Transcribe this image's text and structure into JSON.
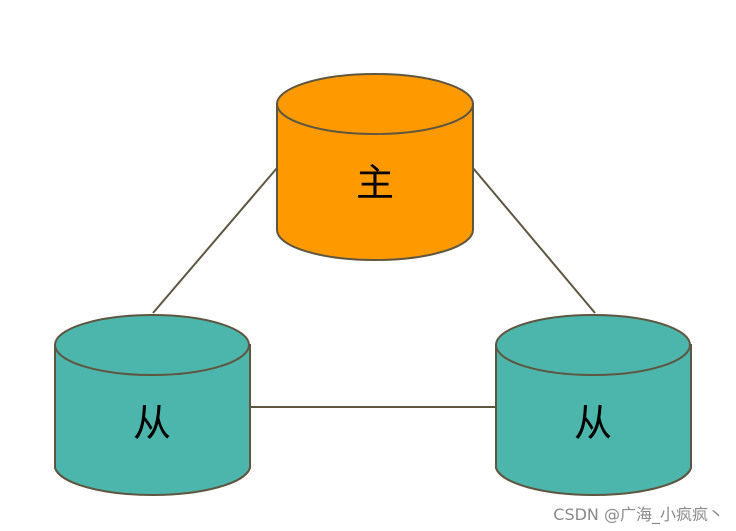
{
  "diagram": {
    "master": {
      "label": "主",
      "fill": "#FF9900"
    },
    "slave_left": {
      "label": "从",
      "fill": "#4DB6AC"
    },
    "slave_right": {
      "label": "从",
      "fill": "#4DB6AC"
    },
    "stroke_color": "#5E5640"
  },
  "watermark": {
    "text": "CSDN @广海_小疯疯丶"
  }
}
